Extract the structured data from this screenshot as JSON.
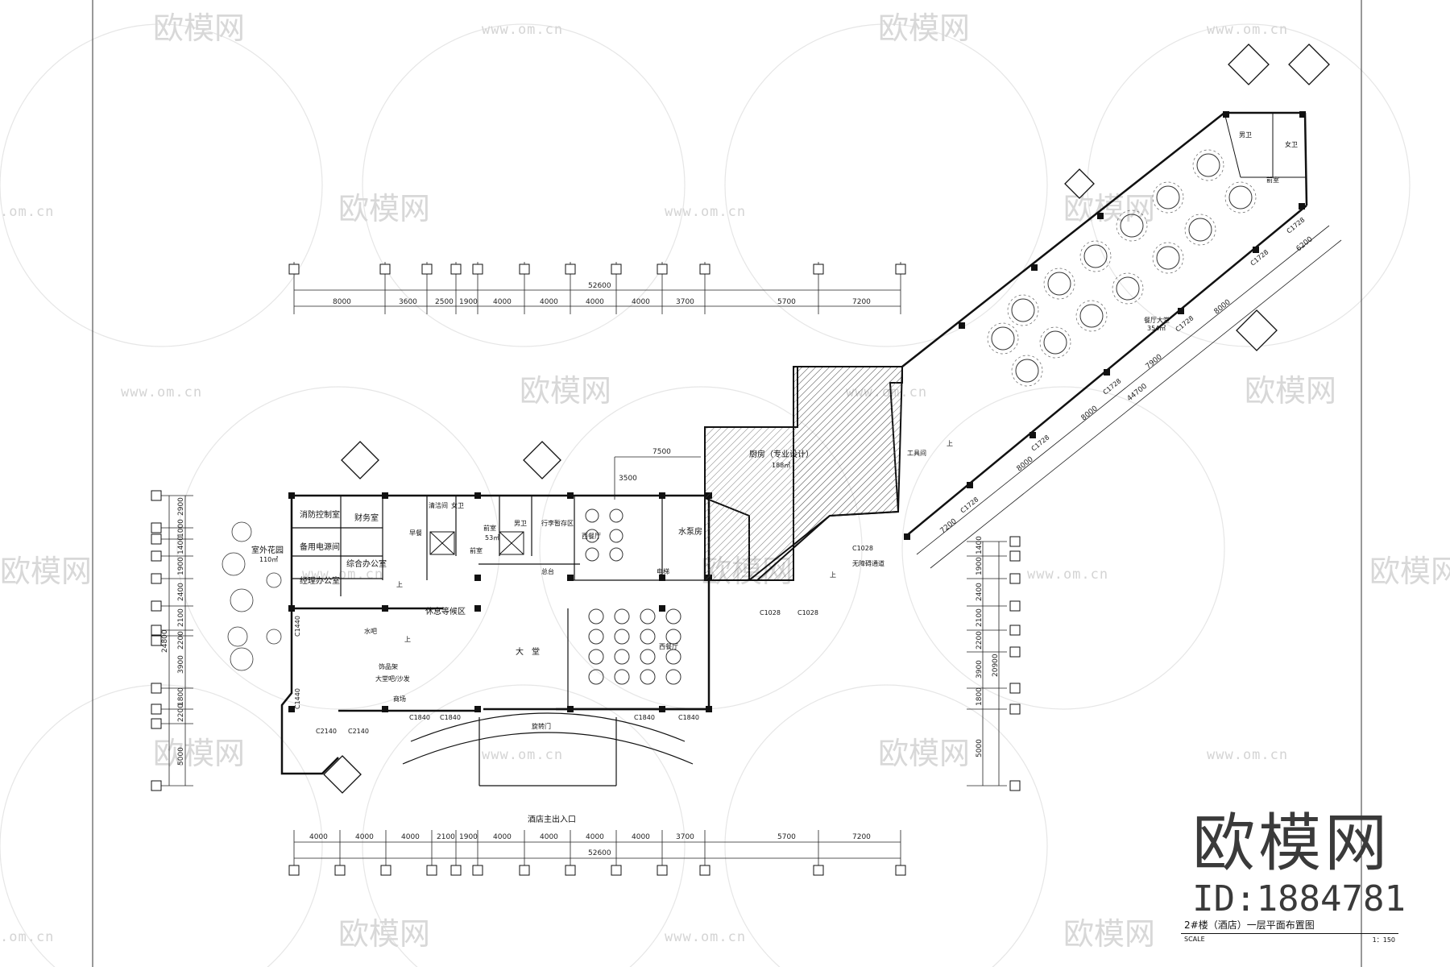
{
  "watermark": {
    "brand": "欧模网",
    "url": "www.om.cn",
    "url_partial": ".om.cn",
    "brand_partial": "欧模网"
  },
  "branding": {
    "logo": "欧模网",
    "id": "ID:1884781"
  },
  "title_block": {
    "title": "2#楼（酒店）一层平面布置图",
    "scale_label": "SCALE",
    "scale_value": "1：150"
  },
  "top_dims": {
    "total": "52600",
    "segments": [
      "8000",
      "3600",
      "2500",
      "1900",
      "4000",
      "4000",
      "4000",
      "4000",
      "3700",
      "5700",
      "7200"
    ]
  },
  "bottom_dims": {
    "total": "52600",
    "segments": [
      "4000",
      "4000",
      "4000",
      "2100",
      "1900",
      "4000",
      "4000",
      "4000",
      "4000",
      "3700",
      "5700",
      "7200"
    ]
  },
  "left_dims": {
    "total": "24800",
    "segments": [
      "2900",
      "1000",
      "1400",
      "1900",
      "2400",
      "2100",
      "2200",
      "3900",
      "1800",
      "2200",
      "5000"
    ]
  },
  "right_dims": {
    "total": "20900",
    "segments": [
      "1400",
      "1900",
      "2400",
      "2100",
      "2200",
      "3900",
      "1800",
      "5000"
    ]
  },
  "diag_dims": {
    "total": "44700",
    "segments": [
      "7200",
      "8000",
      "8000",
      "7900",
      "8000",
      "6200"
    ]
  },
  "upper_dims": {
    "a": "7500",
    "b": "3500"
  },
  "rooms": {
    "fire_control": "消防控制室",
    "finance": "财务室",
    "storage": "早餐",
    "cleaning": "清洁间",
    "women_wc": "女卫",
    "men_wc": "男卫",
    "front_room": "前室",
    "front_room_area": "53㎡",
    "luggage": "行李暂存区",
    "western_small": "西餐厅",
    "pump": "水泵房",
    "kitchen": "厨房（专业设计）",
    "kitchen_area": "188㎡",
    "tool_room": "工具间",
    "outdoor_garden": "室外花园",
    "outdoor_area": "110㎡",
    "backup_power": "备用电源间",
    "general_office": "综合办公室",
    "manager_office": "经理办公室",
    "front_desk": "总台",
    "front_room2": "前室",
    "leisure": "休息等候区",
    "water_bar": "水吧",
    "lobby": "大　堂",
    "display": "饰品架",
    "lobby_bar": "大堂吧/沙发",
    "shop": "商场",
    "western_large": "西餐厅",
    "revolving": "旋转门",
    "entrance": "酒店主出入口",
    "barrier_free": "无障碍通道",
    "restaurant_hall": "餐厅大堂",
    "restaurant_area": "354㎡",
    "men_wc_top": "男卫",
    "women_wc_top": "女卫",
    "front_room_top": "前室",
    "up": "上",
    "lift": "电梯"
  },
  "openings": {
    "c1840": "C1840",
    "c2140": "C2140",
    "c1440": "C1440",
    "c1028": "C1028",
    "c1728": "C1728"
  }
}
